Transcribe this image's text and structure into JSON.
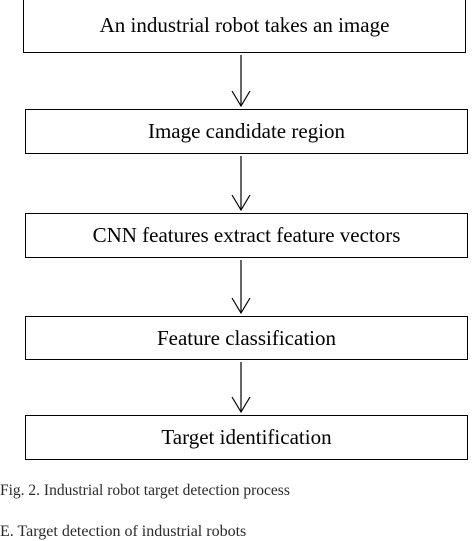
{
  "flowchart": {
    "steps": [
      "An industrial robot takes an image",
      "Image candidate region",
      "CNN features extract feature vectors",
      "Feature classification",
      "Target identification"
    ]
  },
  "caption": "Fig. 2. Industrial robot target detection process",
  "next_heading": "E. Target detection of industrial robots"
}
